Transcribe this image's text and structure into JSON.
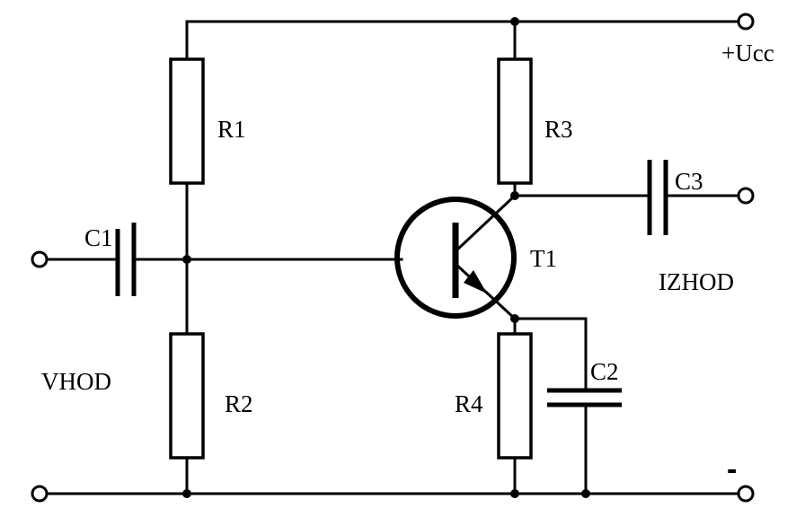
{
  "labels": {
    "r1": "R1",
    "r2": "R2",
    "r3": "R3",
    "r4": "R4",
    "c1": "C1",
    "c2": "C2",
    "c3": "C3",
    "t1": "T1",
    "input": "VHOD",
    "output": "IZHOD",
    "supply_positive": "+Ucc",
    "supply_negative": "-"
  }
}
